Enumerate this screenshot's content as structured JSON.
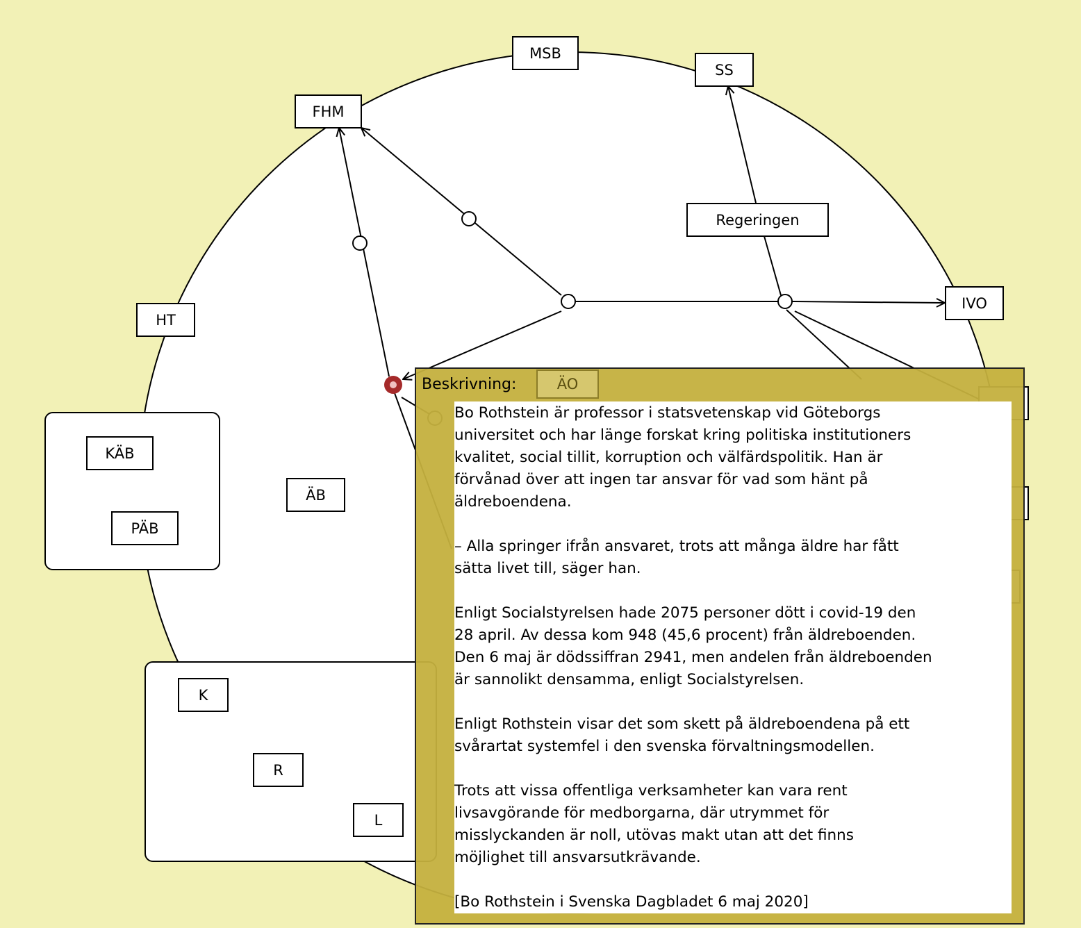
{
  "nodes": {
    "msb": "MSB",
    "ss": "SS",
    "fhm": "FHM",
    "regeringen": "Regeringen",
    "ivo": "IVO",
    "ht": "HT",
    "kab": "KÄB",
    "pab": "PÄB",
    "ab": "ÄB",
    "ao": "ÄO",
    "k": "K",
    "r": "R",
    "l": "L"
  },
  "colors": {
    "background": "#f2f1b6",
    "panel": "#c4b03e",
    "selected_node": "#a52a2a"
  },
  "description": {
    "title": "Beskrivning:",
    "lines": [
      "Bo Rothstein är professor i statsvetenskap vid Göteborgs",
      "universitet och har länge forskat kring politiska institutioners",
      "kvalitet, social tillit, korruption och välfärdspolitik. Han är",
      "förvånad över att ingen tar ansvar för vad som hänt på",
      "äldreboendena.",
      "",
      "– Alla springer ifrån ansvaret, trots att många äldre har fått",
      "sätta livet till, säger han.",
      "",
      "Enligt Socialstyrelsen hade 2075 personer dött i covid-19 den",
      "28 april. Av dessa kom 948 (45,6 procent) från äldreboenden.",
      "Den 6 maj är dödssiffran 2941, men andelen från äldreboenden",
      "är sannolikt densamma, enligt Socialstyrelsen.",
      "",
      "Enligt Rothstein visar det som skett på äldreboendena på ett",
      "svårartat systemfel i den svenska förvaltningsmodellen.",
      "",
      "Trots att vissa offentliga verksamheter kan vara rent",
      "livsavgörande för medborgarna, där utrymmet för",
      "misslyckanden är noll, utövas makt utan att det finns",
      "möjlighet till ansvarsutkrävande.",
      "",
      "[Bo Rothstein i Svenska Dagbladet 6 maj 2020]"
    ]
  }
}
